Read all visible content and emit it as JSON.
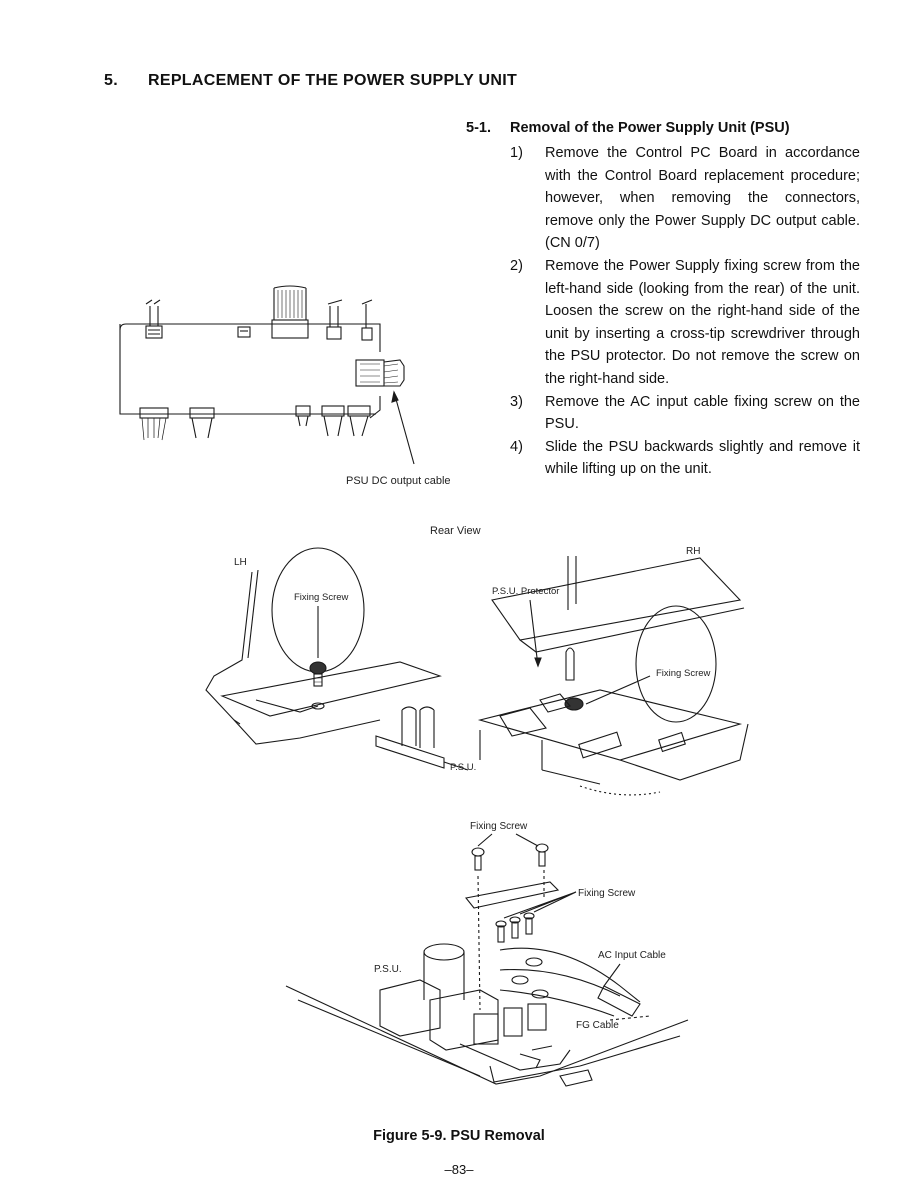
{
  "section": {
    "number": "5.",
    "title": "REPLACEMENT OF THE POWER SUPPLY UNIT"
  },
  "subsection": {
    "number": "5-1.",
    "title": "Removal of the Power Supply Unit (PSU)"
  },
  "steps": [
    {
      "number": "1)",
      "text": "Remove the Control PC Board in accordance with the Control Board replacement procedure; however, when removing the connectors, remove only the Power Supply DC output cable. (CN 0/7)"
    },
    {
      "number": "2)",
      "text": "Remove the Power Supply fixing screw from the left-hand side (looking from the rear) of the unit. Loosen the screw on the right-hand side of the unit by inserting a cross-tip screwdriver through the PSU protector. Do not remove the screw on the right-hand side."
    },
    {
      "number": "3)",
      "text": "Remove the AC input cable fixing screw on the PSU."
    },
    {
      "number": "4)",
      "text": "Slide the PSU backwards slightly and remove it while lifting up on the unit."
    }
  ],
  "figure_labels": {
    "psu_dc_output_cable": "PSU DC output cable",
    "rear_view": "Rear View",
    "lh": "LH",
    "rh": "RH",
    "fixing_screw": "Fixing Screw",
    "psu_protector": "P.S.U. Protector",
    "psu": "P.S.U.",
    "ac_input_cable": "AC Input Cable",
    "fg_cable": "FG Cable"
  },
  "caption": "Figure 5-9. PSU Removal",
  "page_number": "–83–"
}
